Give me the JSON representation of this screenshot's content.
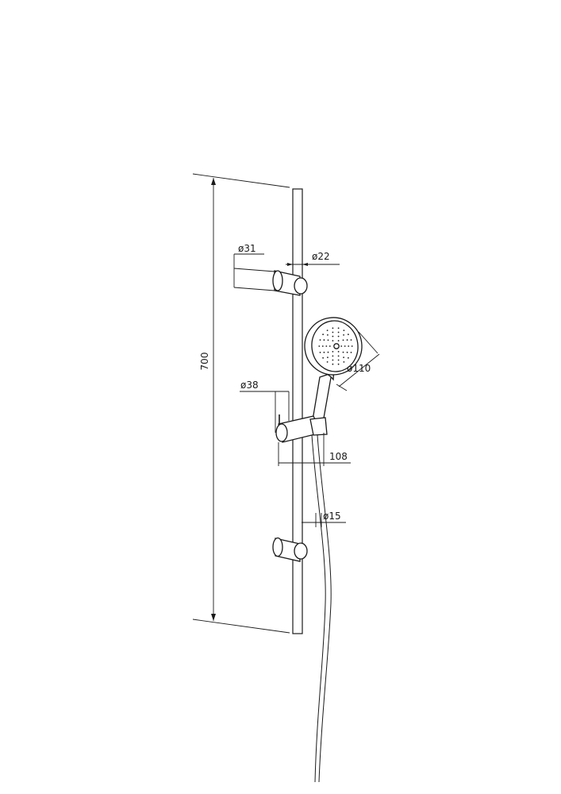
{
  "dimensions": {
    "length": "700",
    "bracket_diameter": "ø31",
    "rail_diameter": "ø22",
    "slider_diameter": "ø38",
    "head_diameter": "ø110",
    "projection": "108",
    "hose_diameter": "ø15"
  },
  "colors": {
    "line": "#1a1a1a",
    "background": "#ffffff"
  }
}
